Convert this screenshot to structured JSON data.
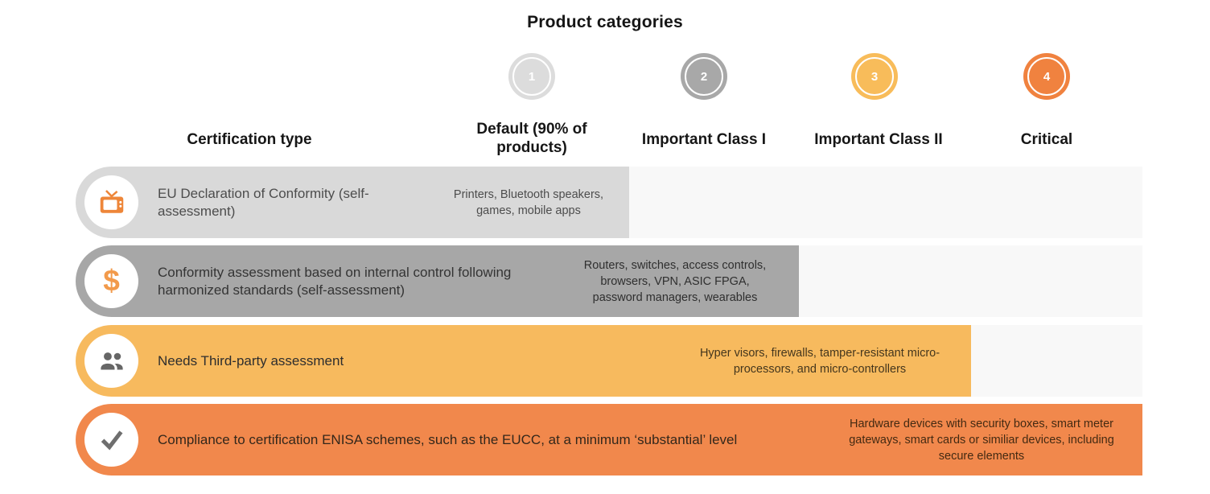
{
  "title": "Product categories",
  "table": {
    "row_header_label": "Certification type",
    "categories": [
      {
        "number": "1",
        "label": "Default (90% of products)",
        "circle_color": "#dcdcdc"
      },
      {
        "number": "2",
        "label": "Important Class I",
        "circle_color": "#a8a8a8"
      },
      {
        "number": "3",
        "label": "Important Class II",
        "circle_color": "#f8bc5a"
      },
      {
        "number": "4",
        "label": "Critical",
        "circle_color": "#f0823f"
      }
    ],
    "rows": [
      {
        "icon": "tv-icon",
        "certification": "EU Declaration of Conformity (self-assessment)",
        "products": "Printers, Bluetooth speakers, games, mobile apps",
        "spans_through_category": "Default (90% of products)",
        "band_color": "#d9d9d9",
        "cert_text_color": "#4d4d4d",
        "products_text_color": "#4d4d4d",
        "icon_color": "#ee8639"
      },
      {
        "icon": "dollar-icon",
        "certification": "Conformity assessment based on internal control following harmonized standards (self-assessment)",
        "products": "Routers, switches, access controls, browsers, VPN, ASIC FPGA, password managers, wearables",
        "spans_through_category": "Important Class I",
        "band_color": "#a7a7a7",
        "cert_text_color": "#343434",
        "products_text_color": "#2f2f2f",
        "icon_color": "#f29a4b"
      },
      {
        "icon": "people-icon",
        "certification": "Needs Third-party assessment",
        "products": "Hyper visors, firewalls, tamper-resistant micro-processors, and micro-controllers",
        "spans_through_category": "Important Class II",
        "band_color": "#f7ba5e",
        "cert_text_color": "#2e2e2e",
        "products_text_color": "#44361d",
        "icon_color": "#666666"
      },
      {
        "icon": "check-icon",
        "certification": "Compliance to certification ENISA schemes, such as the EUCC, at a minimum ‘substantial’ level",
        "products": "Hardware devices with security boxes, smart meter gateways, smart cards or similiar devices, including secure elements",
        "spans_through_category": "Critical",
        "band_color": "#f1884c",
        "cert_text_color": "#33271b",
        "products_text_color": "#442a12",
        "icon_color": "#6e6e6e"
      }
    ]
  },
  "colors": {
    "background": "#ffffff",
    "empty_track": "#f8f8f8",
    "header_text": "#161616"
  }
}
